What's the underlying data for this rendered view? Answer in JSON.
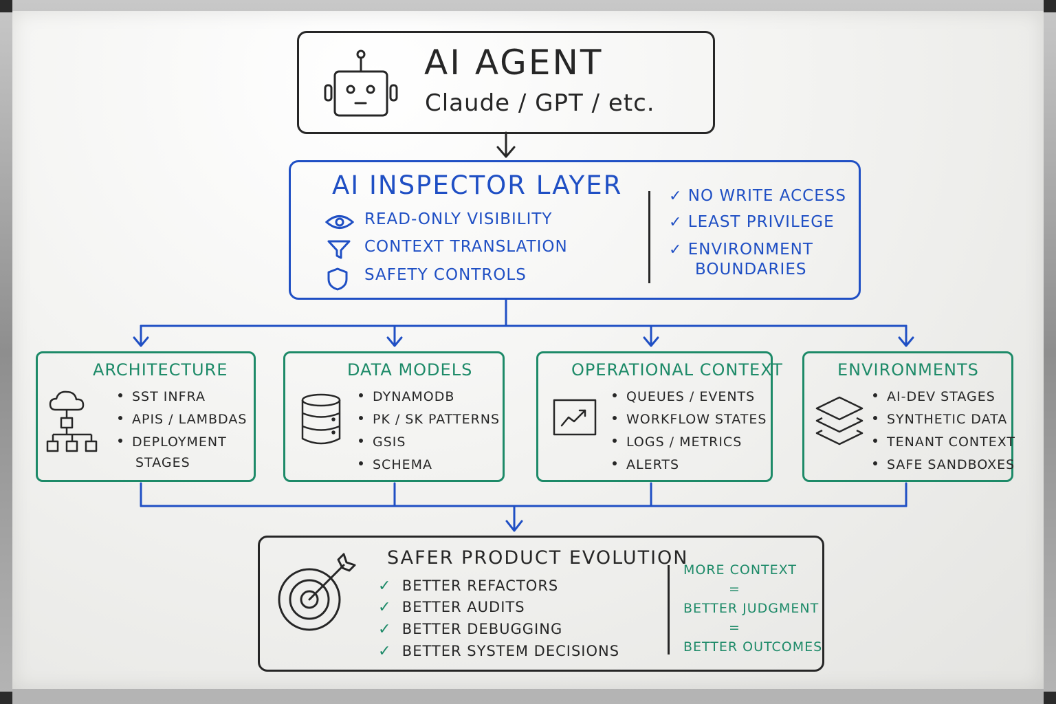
{
  "agent": {
    "title": "AI AGENT",
    "subtitle": "Claude / GPT / etc.",
    "icon": "robot-icon"
  },
  "inspector": {
    "title": "AI INSPECTOR LAYER",
    "features": [
      {
        "icon": "eye-icon",
        "label": "READ-ONLY VISIBILITY"
      },
      {
        "icon": "filter-icon",
        "label": "CONTEXT TRANSLATION"
      },
      {
        "icon": "shield-icon",
        "label": "SAFETY CONTROLS"
      }
    ],
    "checks": [
      "NO WRITE ACCESS",
      "LEAST PRIVILEGE",
      "ENVIRONMENT",
      "BOUNDARIES"
    ],
    "check_mark": "✓"
  },
  "modules": [
    {
      "title": "ARCHITECTURE",
      "icon": "cloud-hierarchy-icon",
      "items": [
        "SST INFRA",
        "APIS / LAMBDAS",
        "DEPLOYMENT",
        "STAGES"
      ]
    },
    {
      "title": "DATA MODELS",
      "icon": "database-icon",
      "items": [
        "DYNAMODB",
        "PK / SK PATTERNS",
        "GSIS",
        "SCHEMA"
      ]
    },
    {
      "title": "OPERATIONAL CONTEXT",
      "icon": "chart-icon",
      "items": [
        "QUEUES / EVENTS",
        "WORKFLOW STATES",
        "LOGS / METRICS",
        "ALERTS"
      ]
    },
    {
      "title": "ENVIRONMENTS",
      "icon": "layers-icon",
      "items": [
        "AI-DEV STAGES",
        "SYNTHETIC DATA",
        "TENANT CONTEXT",
        "SAFE SANDBOXES"
      ]
    }
  ],
  "outcome": {
    "title": "SAFER PRODUCT EVOLUTION",
    "icon": "target-icon",
    "items": [
      "BETTER REFACTORS",
      "BETTER AUDITS",
      "BETTER DEBUGGING",
      "BETTER SYSTEM DECISIONS"
    ],
    "check_mark": "✓",
    "equation": [
      "MORE CONTEXT",
      "=",
      "BETTER JUDGMENT",
      "=",
      "BETTER OUTCOMES"
    ]
  },
  "colors": {
    "ink": "#262626",
    "blue": "#1f4fc4",
    "green": "#1d8a68",
    "board": "#f3f3f1"
  }
}
